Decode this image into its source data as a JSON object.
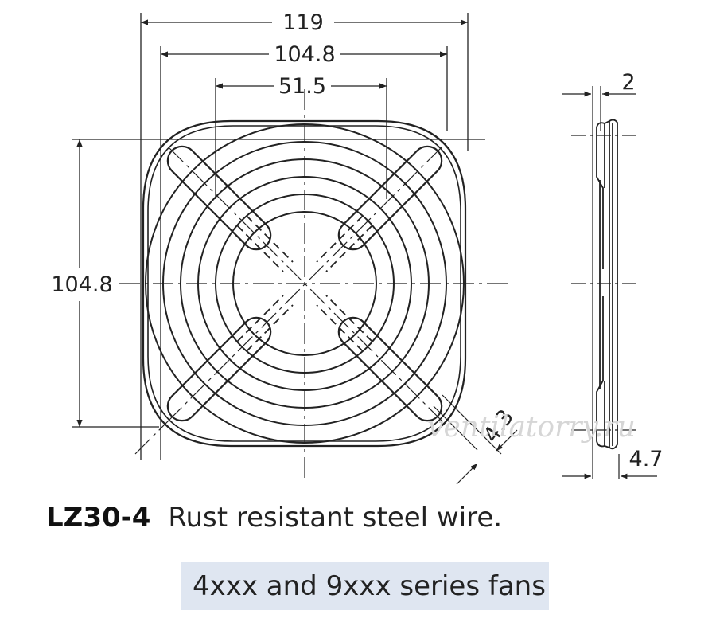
{
  "dimensions": {
    "top_width_outer": "119",
    "top_width_mounting": "104.8",
    "top_width_inner": "51.5",
    "left_height": "104.8",
    "side_thickness_top": "2",
    "side_thickness_bottom": "4.7",
    "wire_dia": "4.3"
  },
  "watermark": "ventilatorry.ru",
  "caption": {
    "model": "LZ30-4",
    "description": "Rust resistant steel wire."
  },
  "series_label": "4xxx and 9xxx series fans",
  "colors": {
    "line": "#222222",
    "series_box_bg": "#dfe6f1"
  }
}
